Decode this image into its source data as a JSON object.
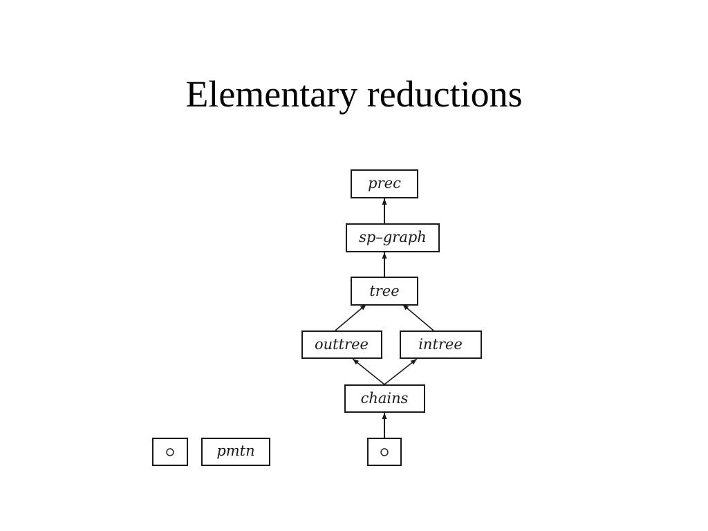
{
  "title": "Elementary reductions",
  "nodes": {
    "prec": "prec",
    "sp_graph": "sp–graph",
    "tree": "tree",
    "outtree": "outtree",
    "intree": "intree",
    "chains": "chains",
    "pmtn": "pmtn"
  },
  "edges": [
    {
      "from": "sp_graph",
      "to": "prec"
    },
    {
      "from": "tree",
      "to": "sp_graph"
    },
    {
      "from": "outtree",
      "to": "tree"
    },
    {
      "from": "intree",
      "to": "tree"
    },
    {
      "from": "chains",
      "to": "outtree"
    },
    {
      "from": "chains",
      "to": "intree"
    },
    {
      "from": "empty_chain_base",
      "to": "chains"
    }
  ],
  "symbols": {
    "empty_node_left": "circle",
    "empty_node_chain": "circle"
  }
}
